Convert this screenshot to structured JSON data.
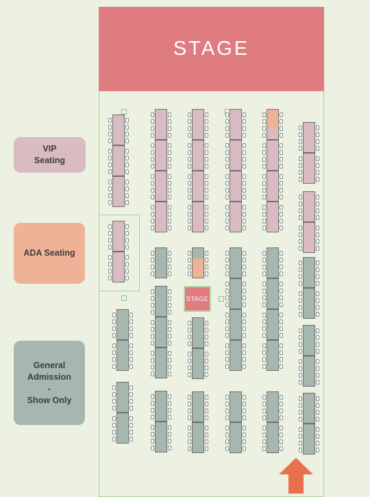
{
  "stage": {
    "main_label": "STAGE",
    "secondary_label": "STAGE"
  },
  "legend": {
    "vip": {
      "label": "VIP\nSeating",
      "color": "#d8bcc1"
    },
    "ada": {
      "label": "ADA Seating",
      "color": "#eeb396"
    },
    "general": {
      "label": "General\nAdmission\n-\nShow Only",
      "color": "#a6b7af"
    }
  },
  "colors": {
    "background": "#ecf1e2",
    "stage": "#df7c80",
    "entrance_arrow": "#e8704a",
    "outline": "#a8cf9a"
  },
  "icons": {
    "entrance": "arrow-up-icon"
  }
}
